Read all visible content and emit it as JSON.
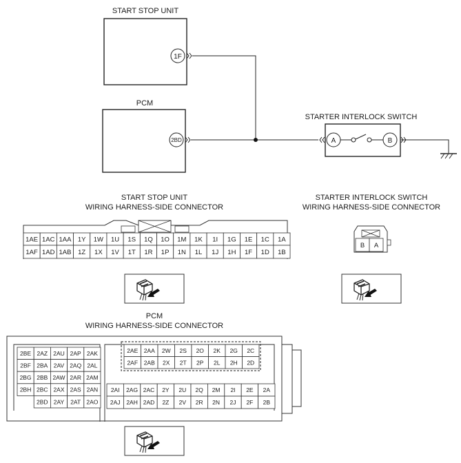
{
  "titles": {
    "start_stop_unit": "START STOP UNIT",
    "pcm": "PCM",
    "starter_interlock_switch": "STARTER INTERLOCK SWITCH"
  },
  "terminals": {
    "start_stop_unit": "1F",
    "pcm": "2BD",
    "switch_a": "A",
    "switch_b": "B"
  },
  "connectors": {
    "ssu_title_1": "START STOP UNIT",
    "ssu_title_2": "WIRING HARNESS-SIDE CONNECTOR",
    "sis_title_1": "STARTER INTERLOCK SWITCH",
    "sis_title_2": "WIRING HARNESS-SIDE CONNECTOR",
    "pcm_title_1": "PCM",
    "pcm_title_2": "WIRING HARNESS-SIDE CONNECTOR",
    "ssu_row1": [
      "1AE",
      "1AC",
      "1AA",
      "1Y",
      "1W",
      "1U",
      "1S",
      "1Q",
      "1O",
      "1M",
      "1K",
      "1I",
      "1G",
      "1E",
      "1C",
      "1A"
    ],
    "ssu_row2": [
      "1AF",
      "1AD",
      "1AB",
      "1Z",
      "1X",
      "1V",
      "1T",
      "1R",
      "1P",
      "1N",
      "1L",
      "1J",
      "1H",
      "1F",
      "1D",
      "1B"
    ],
    "sis_pins": [
      "B",
      "A"
    ],
    "pcm_left": [
      [
        "2BE",
        "2AZ",
        "2AU",
        "2AP",
        "2AK"
      ],
      [
        "2BF",
        "2BA",
        "2AV",
        "2AQ",
        "2AL"
      ],
      [
        "2BG",
        "2BB",
        "2AW",
        "2AR",
        "2AM"
      ],
      [
        "2BH",
        "2BC",
        "2AX",
        "2AS",
        "2AN"
      ],
      [
        "",
        "2BD",
        "2AY",
        "2AT",
        "2AO"
      ]
    ],
    "pcm_right_top": [
      [
        "2AE",
        "2AA",
        "2W",
        "2S",
        "2O",
        "2K",
        "2G",
        "2C"
      ],
      [
        "2AF",
        "2AB",
        "2X",
        "2T",
        "2P",
        "2L",
        "2H",
        "2D"
      ]
    ],
    "pcm_right_bottom": [
      [
        "2AI",
        "2AG",
        "2AC",
        "2Y",
        "2U",
        "2Q",
        "2M",
        "2I",
        "2E",
        "2A"
      ],
      [
        "2AJ",
        "2AH",
        "2AD",
        "2Z",
        "2V",
        "2R",
        "2N",
        "2J",
        "2F",
        "2B"
      ]
    ]
  }
}
